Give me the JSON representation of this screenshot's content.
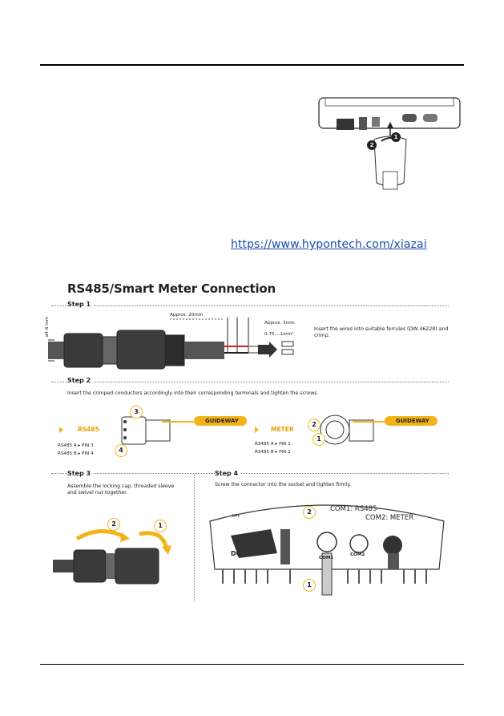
{
  "link": {
    "text": "https://www.hypontech.com/xiazai"
  },
  "top_figure": {
    "labels": [
      "1",
      "2"
    ]
  },
  "section": {
    "title": "RS485/Smart Meter Connection"
  },
  "step1": {
    "heading": "Step 1",
    "dim_vertical": "ø4-6 mm",
    "dim_approx20": "Approx. 20mm",
    "dim_approx5": "Approx. 5mm",
    "dim_section": "0.75....1mm²",
    "instruction": "Insert the wires into suitable ferrules (DIN 46228) and crimp."
  },
  "step2": {
    "heading": "Step 2",
    "instruction": "Insert the crimped conductors accordingly into their corresponding terminals and tighten the screws.",
    "rs485_label": "RS485",
    "rs485_lines": [
      "RS485 A ▸ PIN 3",
      "RS485 B ▸ PIN 4"
    ],
    "rs485_circles": [
      "3",
      "4"
    ],
    "meter_label": "METER",
    "meter_lines": [
      "RS485 A ▸ PIN 1",
      "RS485 B ▸ PIN 2"
    ],
    "meter_circles": [
      "2",
      "1"
    ],
    "guideway": "GUIDEWAY"
  },
  "step3": {
    "heading": "Step 3",
    "instruction": "Assemble the locking cap, threaded sleeve and swivel nut together.",
    "circles": [
      "2",
      "1"
    ]
  },
  "step4": {
    "heading": "Step 4",
    "instruction": "Screw the connector into the socket and tighten firmly.",
    "com1": "COM1: RS485",
    "com2": "COM2: METER",
    "off": "OFF",
    "dc": "DC",
    "port1": "COM1",
    "port2": "COM2",
    "circles": [
      "2",
      "1"
    ]
  },
  "colors": {
    "accent": "#f3b318",
    "link": "#1a4db3"
  }
}
